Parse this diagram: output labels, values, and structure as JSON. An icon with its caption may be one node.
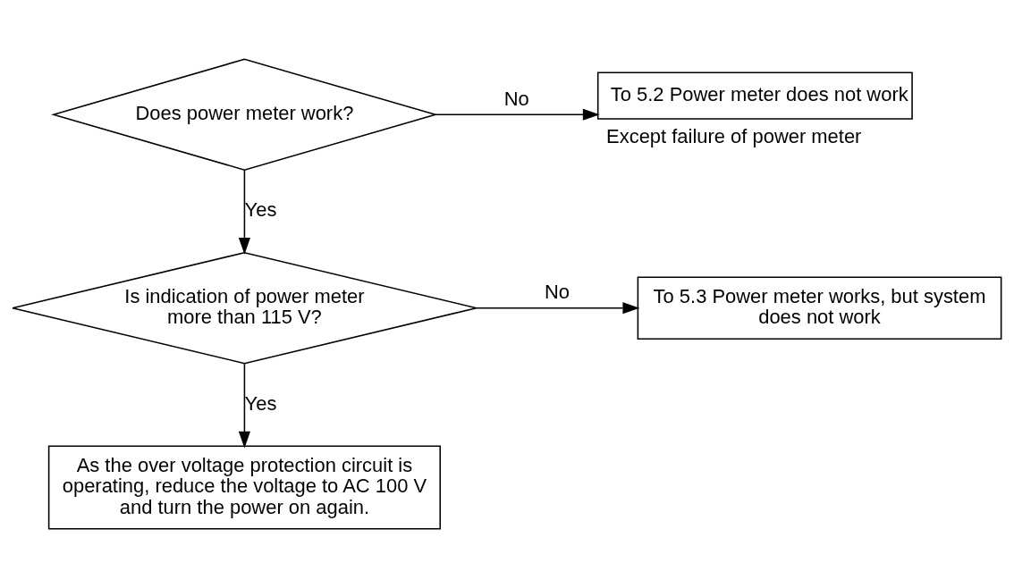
{
  "diagram": {
    "nodes": [
      {
        "text": [
          "Does power meter work?"
        ]
      },
      {
        "text": [
          "To 5.2 Power meter does not work"
        ],
        "beside": [
          "Except failure of power meter"
        ]
      },
      {
        "text": [
          "Is indication of power meter more than 115 V?"
        ]
      },
      {
        "text": [
          "To 5.3 Power meter works, but system does not work"
        ]
      },
      {
        "text": [
          "As the over voltage protection circuit is operating, reduce the voltage to AC 100 V and turn the power on again."
        ]
      }
    ],
    "edges": [
      {
        "from": 0,
        "to": 1,
        "arrow": "to",
        "label": "No"
      },
      {
        "from": 0,
        "to": 2,
        "arrow": "to",
        "label": "Yes"
      },
      {
        "from": 2,
        "to": 3,
        "arrow": "to",
        "label": "No"
      },
      {
        "from": 2,
        "to": 4,
        "arrow": "to",
        "label": "Yes"
      }
    ]
  }
}
